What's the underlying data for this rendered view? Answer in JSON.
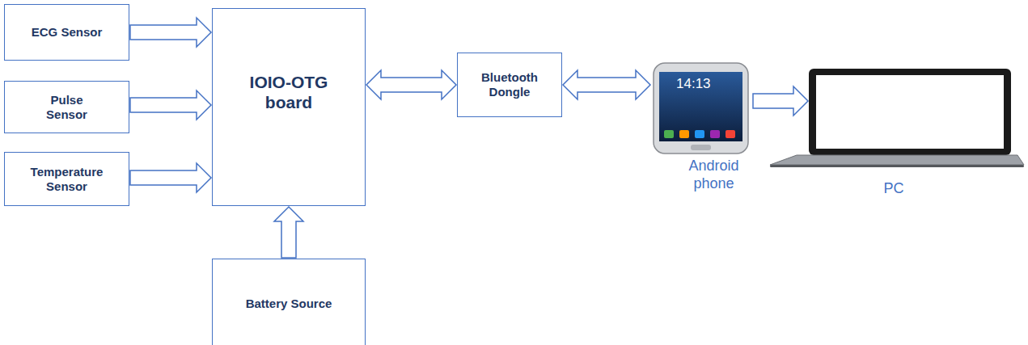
{
  "diagram": {
    "nodes": [
      {
        "text": [
          "ECG Sensor"
        ]
      },
      {
        "text": [
          "Pulse Sensor"
        ]
      },
      {
        "text": [
          "Temperature Sensor"
        ]
      },
      {
        "text": [
          "IOIO-OTG board"
        ]
      },
      {
        "text": [
          "Battery Source"
        ]
      },
      {
        "text": [
          "Bluetooth Dongle"
        ]
      },
      {
        "text": [
          "Android phone"
        ]
      },
      {
        "text": [
          "PC"
        ]
      }
    ],
    "edges": [
      {
        "from": 0,
        "to": 3,
        "arrow": "to"
      },
      {
        "from": 1,
        "to": 3,
        "arrow": "to"
      },
      {
        "from": 2,
        "to": 3,
        "arrow": "to"
      },
      {
        "from": 4,
        "to": 3,
        "arrow": "to"
      },
      {
        "from": 3,
        "to": 5,
        "arrow": "both"
      },
      {
        "from": 5,
        "to": 6,
        "arrow": "both"
      },
      {
        "from": 6,
        "to": 7,
        "arrow": "to"
      }
    ],
    "labels": [
      "14:13"
    ]
  }
}
